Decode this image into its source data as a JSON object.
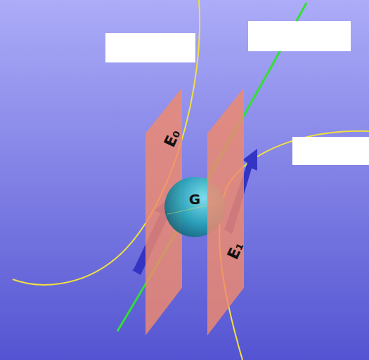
{
  "diagram": {
    "nodes": [
      {
        "text": [
          "E₀"
        ]
      },
      {
        "text": [
          "G"
        ]
      },
      {
        "text": [
          "E₁"
        ]
      }
    ]
  }
}
